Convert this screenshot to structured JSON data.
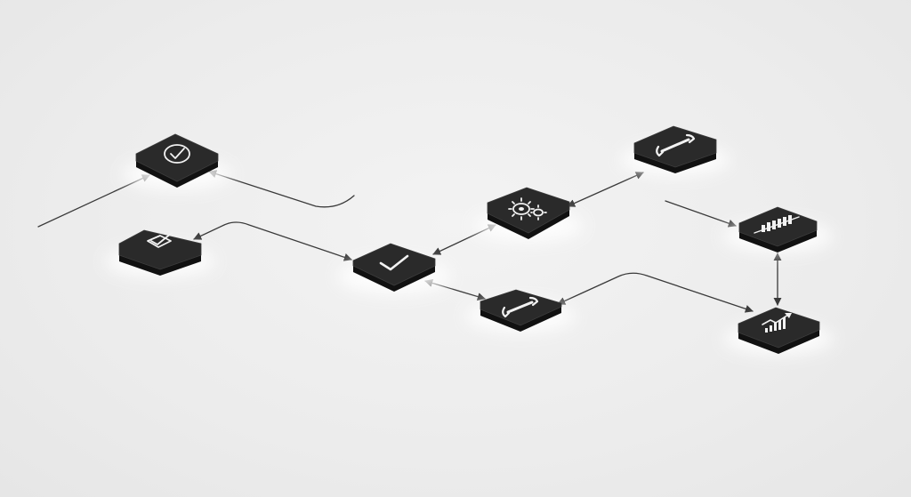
{
  "diagram": {
    "type": "isometric-workflow",
    "background_color": "#ececec",
    "tile_color": "#2a2a2a",
    "connector_color": "#3a3a3a",
    "nodes": [
      {
        "id": "check-circle-node",
        "icon": "check-circle-icon"
      },
      {
        "id": "checkbox-node",
        "icon": "checkbox-icon"
      },
      {
        "id": "check-node",
        "icon": "check-icon"
      },
      {
        "id": "gears-node",
        "icon": "gears-icon"
      },
      {
        "id": "wrench-top-node",
        "icon": "wrench-icon"
      },
      {
        "id": "wrench-bottom-node",
        "icon": "wrench-icon"
      },
      {
        "id": "bar-chart-node",
        "icon": "bar-chart-icon"
      },
      {
        "id": "trend-chart-node",
        "icon": "trend-chart-icon"
      }
    ],
    "connections": [
      {
        "from": "left-edge",
        "to": "check-circle-node",
        "arrowheads": "end"
      },
      {
        "from": "open-end",
        "to": "check-circle-node",
        "arrowheads": "end"
      },
      {
        "from": "checkbox-node",
        "to": "check-node",
        "arrowheads": "both"
      },
      {
        "from": "check-node",
        "to": "gears-node",
        "arrowheads": "both"
      },
      {
        "from": "check-node",
        "to": "wrench-bottom-node",
        "arrowheads": "both"
      },
      {
        "from": "gears-node",
        "to": "wrench-top-node",
        "arrowheads": "both"
      },
      {
        "from": "open-end",
        "to": "bar-chart-node",
        "arrowheads": "end"
      },
      {
        "from": "bar-chart-node",
        "to": "trend-chart-node",
        "arrowheads": "both"
      },
      {
        "from": "wrench-bottom-node",
        "to": "trend-chart-node",
        "arrowheads": "both"
      }
    ]
  }
}
